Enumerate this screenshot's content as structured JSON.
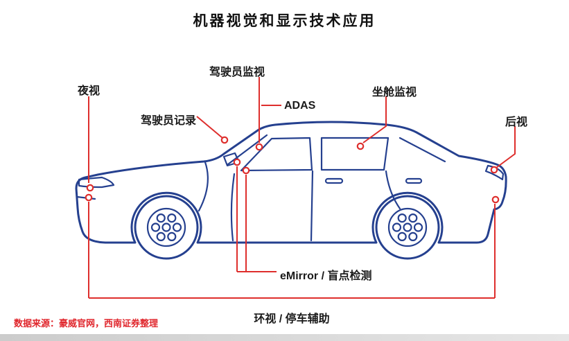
{
  "title": "机器视觉和显示技术应用",
  "source_note": "数据来源：豪威官网，西南证券整理",
  "labels": {
    "night_vision": "夜视",
    "driver_record": "驾驶员记录",
    "driver_monitor": "驾驶员监视",
    "adas": "ADAS",
    "cabin_monitor": "坐舱监视",
    "rear_view": "后视",
    "emirror_blind_spot": "eMirror / 盲点检测",
    "surround_parking": "环视 / 停车辅助"
  },
  "colors": {
    "car_outline": "#25408f",
    "annotation": "#de2e2c",
    "label_text": "#1a1a1a",
    "source_text": "#e0262c",
    "background": "#ffffff"
  }
}
